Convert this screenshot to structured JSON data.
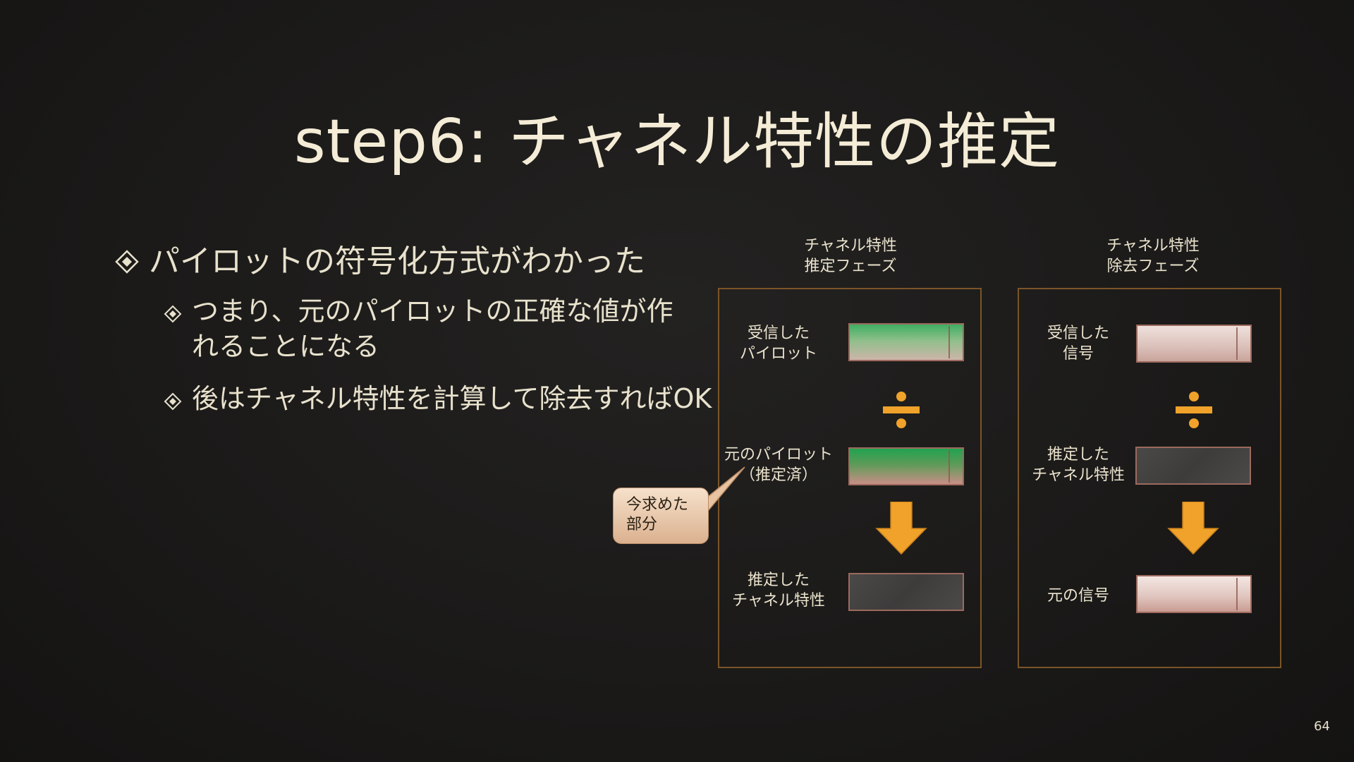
{
  "slide": {
    "title": "step6: チャネル特性の推定",
    "bullets": [
      {
        "text": "パイロットの符号化方式がわかった",
        "level": 1
      },
      {
        "text": "つまり、元のパイロットの正確な値が作れることになる",
        "level": 2
      },
      {
        "text": "後はチャネル特性を計算して除去すればOK",
        "level": 2
      }
    ],
    "page_number": "64"
  },
  "diagram": {
    "estimation_phase": {
      "heading": "チャネル特性\n推定フェーズ",
      "received": "受信した\nパイロット",
      "original": "元のパイロット\n（推定済）",
      "result": "推定した\nチャネル特性"
    },
    "removal_phase": {
      "heading": "チャネル特性\n除去フェーズ",
      "received": "受信した\n信号",
      "estimated": "推定した\nチャネル特性",
      "result": "元の信号"
    },
    "callout": "今求めた\n部分"
  },
  "colors": {
    "accent_arrow": "#f0a22a",
    "panel_border": "#7b5528"
  },
  "icons": {
    "bullet": "diamond-bullet-icon",
    "operator": "divide-icon",
    "flow": "arrow-down-icon"
  }
}
